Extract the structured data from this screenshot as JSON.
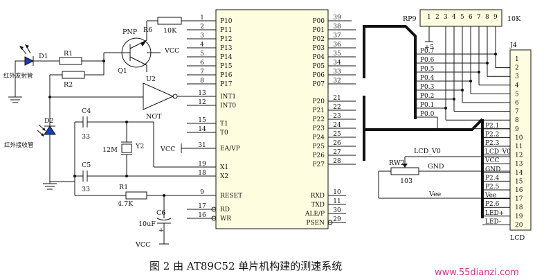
{
  "mcu": {
    "left_pins": [
      {
        "num": "1",
        "name": "P10"
      },
      {
        "num": "2",
        "name": "P11"
      },
      {
        "num": "3",
        "name": "P12"
      },
      {
        "num": "4",
        "name": "P13"
      },
      {
        "num": "5",
        "name": "P14"
      },
      {
        "num": "6",
        "name": "P15"
      },
      {
        "num": "7",
        "name": "P16"
      },
      {
        "num": "8",
        "name": "P17"
      },
      {
        "num": "13",
        "name": "INT1"
      },
      {
        "num": "12",
        "name": "INT0"
      },
      {
        "num": "15",
        "name": "T1"
      },
      {
        "num": "14",
        "name": "T0"
      },
      {
        "num": "31",
        "name": "EA/VP"
      },
      {
        "num": "19",
        "name": "X1"
      },
      {
        "num": "18",
        "name": "X2"
      },
      {
        "num": "9",
        "name": "RESET"
      },
      {
        "num": "17",
        "name": "RD"
      },
      {
        "num": "16",
        "name": "WR"
      }
    ],
    "right_pins": [
      {
        "num": "39",
        "name": "P00"
      },
      {
        "num": "38",
        "name": "P01"
      },
      {
        "num": "37",
        "name": "P02"
      },
      {
        "num": "36",
        "name": "P03"
      },
      {
        "num": "35",
        "name": "P04"
      },
      {
        "num": "34",
        "name": "P05"
      },
      {
        "num": "33",
        "name": "P06"
      },
      {
        "num": "32",
        "name": "P07"
      },
      {
        "num": "21",
        "name": "P20"
      },
      {
        "num": "22",
        "name": "P21"
      },
      {
        "num": "23",
        "name": "P22"
      },
      {
        "num": "24",
        "name": "P23"
      },
      {
        "num": "25",
        "name": "P24"
      },
      {
        "num": "26",
        "name": "P25"
      },
      {
        "num": "27",
        "name": "P26"
      },
      {
        "num": "28",
        "name": "P27"
      },
      {
        "num": "10",
        "name": "RXD"
      },
      {
        "num": "11",
        "name": "TXD"
      },
      {
        "num": "30",
        "name": "ALE/P"
      },
      {
        "num": "29",
        "name": "PSEN"
      }
    ]
  },
  "components": {
    "r6": {
      "ref": "R6",
      "value": "10K"
    },
    "q1": {
      "ref": "Q1",
      "type": "PNP"
    },
    "d1": {
      "ref": "D1",
      "desc": "红外发射管"
    },
    "d2": {
      "ref": "D2",
      "desc": "红外接收管"
    },
    "r1a": {
      "ref": "R1"
    },
    "r2": {
      "ref": "R2"
    },
    "u2": {
      "ref": "U2",
      "type": "NOT"
    },
    "c4": {
      "ref": "C4",
      "value": "33"
    },
    "c5": {
      "ref": "C5",
      "value": "33"
    },
    "y2": {
      "ref": "Y2",
      "value": "12M"
    },
    "r1b": {
      "ref": "R1",
      "value": "4.7K"
    },
    "c6": {
      "ref": "C6",
      "value": "10uF"
    },
    "rp9": {
      "ref": "RP9",
      "value": "10K",
      "plus": "+5",
      "pins": [
        "1",
        "2",
        "3",
        "4",
        "5",
        "6",
        "7",
        "8",
        "9"
      ]
    },
    "rw2": {
      "ref": "RW2",
      "value": "103"
    },
    "j4": {
      "ref": "J4",
      "name": "LCD",
      "pins": [
        "1",
        "2",
        "3",
        "4",
        "5",
        "6",
        "7",
        "8",
        "9",
        "10",
        "11",
        "12",
        "13",
        "14",
        "15",
        "16",
        "17",
        "18",
        "19",
        "20"
      ]
    }
  },
  "nets": {
    "vcc": "VCC",
    "gnd": "GND",
    "lcd_v0": "LCD_V0",
    "vee": "Vee",
    "p0": [
      "P0.7",
      "P0.6",
      "P0.5",
      "P0.4",
      "P0.3",
      "P0.2",
      "P0.1",
      "P0.0"
    ],
    "lcd_left": [
      "P2.1",
      "P2.2",
      "P2.3",
      "LCD_V0",
      "VCC",
      "GND",
      "P2.4",
      "P2.5",
      "Vee",
      "P2.6",
      "LED+",
      "LED-"
    ]
  },
  "caption": "图 2 由 AT89C52 单片机构建的测速系统",
  "watermark": "www.55dianzi.com"
}
